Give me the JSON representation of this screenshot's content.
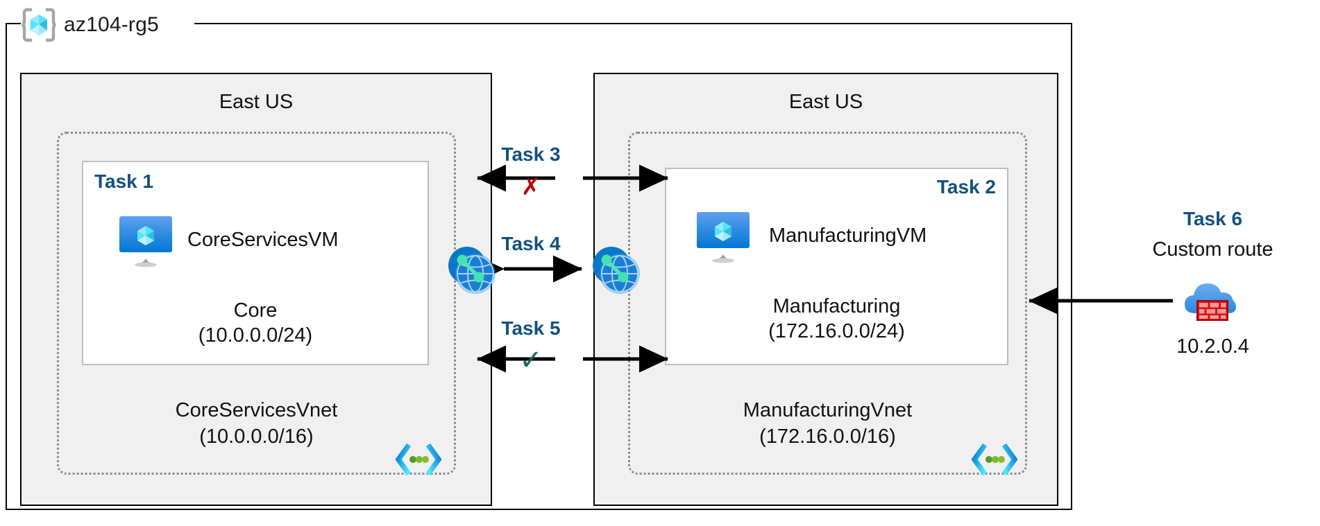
{
  "resource_group": {
    "name": "az104-rg5",
    "icon": "azure-resource-group-icon"
  },
  "regions": [
    {
      "id": "left",
      "label": "East US"
    },
    {
      "id": "right",
      "label": "East US"
    }
  ],
  "vnets": [
    {
      "id": "core",
      "name": "CoreServicesVnet",
      "cidr": "(10.0.0.0/16)",
      "region": "East US",
      "icon": "vnet-icon",
      "subnet": {
        "name": "Core",
        "cidr": "(10.0.0.0/24)",
        "task_label": "Task 1",
        "task_align": "left",
        "vm": {
          "name": "CoreServicesVM",
          "icon": "virtual-machine-icon"
        }
      }
    },
    {
      "id": "manufacturing",
      "name": "ManufacturingVnet",
      "cidr": "(172.16.0.0/16)",
      "region": "East US",
      "icon": "vnet-icon",
      "subnet": {
        "name": "Manufacturing",
        "cidr": "(172.16.0.0/24)",
        "task_label": "Task 2",
        "task_align": "right",
        "vm": {
          "name": "ManufacturingVM",
          "icon": "virtual-machine-icon"
        }
      }
    }
  ],
  "connections": [
    {
      "id": "task3",
      "label": "Task 3",
      "status": "blocked",
      "status_glyph": "✗",
      "status_color": "#c00000",
      "arrow": "bidirectional-outward"
    },
    {
      "id": "task4",
      "label": "Task 4",
      "status": "peering",
      "status_glyph": "",
      "status_color": "",
      "arrow": "double-headed",
      "endpoint_icon": "vnet-peering-icon"
    },
    {
      "id": "task5",
      "label": "Task 5",
      "status": "allowed",
      "status_glyph": "✓",
      "status_color": "#1d6a63",
      "arrow": "bidirectional-outward"
    }
  ],
  "route": {
    "task_label": "Task 6",
    "title": "Custom route",
    "ip": "10.2.0.4",
    "icon": "azure-firewall-icon",
    "arrow": "left-pointing"
  },
  "colors": {
    "task_blue": "#12517f",
    "region_fill": "#f0f0f0",
    "region_border": "#000000",
    "vnet_border": "#8a8a8a",
    "subnet_border": "#bdbdbd",
    "blocked_red": "#c00000",
    "allowed_teal": "#1d6a63",
    "azure_blue": "#0078d4"
  }
}
